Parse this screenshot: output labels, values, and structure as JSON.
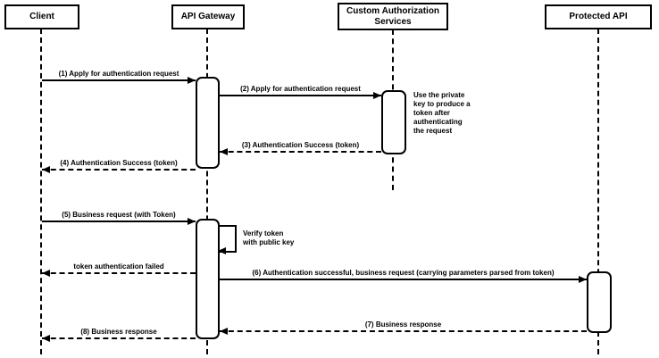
{
  "actors": [
    {
      "name": "Client"
    },
    {
      "name": "API Gateway"
    },
    {
      "name": "Custom Authorization\nServices"
    },
    {
      "name": "Protected API"
    }
  ],
  "messages": [
    {
      "label": "(1) Apply for authentication request",
      "from": "Client",
      "to": "API Gateway",
      "line": "solid"
    },
    {
      "label": "(2) Apply for authentication request",
      "from": "API Gateway",
      "to": "Custom Authorization Services",
      "line": "solid"
    },
    {
      "label": "(3) Authentication Success (token)",
      "from": "Custom Authorization Services",
      "to": "API Gateway",
      "line": "dashed"
    },
    {
      "label": "(4) Authentication Success (token)",
      "from": "API Gateway",
      "to": "Client",
      "line": "dashed"
    },
    {
      "label": "(5) Business request (with Token)",
      "from": "Client",
      "to": "API Gateway",
      "line": "solid"
    },
    {
      "label": "token authentication failed",
      "from": "API Gateway",
      "to": "Client",
      "line": "dashed"
    },
    {
      "label": "(6) Authentication successful, business request (carrying parameters parsed from token)",
      "from": "API Gateway",
      "to": "Protected API",
      "line": "solid"
    },
    {
      "label": "(7) Business response",
      "from": "Protected API",
      "to": "API Gateway",
      "line": "dashed"
    },
    {
      "label": "(8) Business response",
      "from": "API Gateway",
      "to": "Client",
      "line": "dashed"
    }
  ],
  "self_message": {
    "label": "Verify token\nwith public key",
    "actor": "API Gateway"
  },
  "notes": [
    {
      "text": "Use the private\nkey to produce a\ntoken after\nauthenticating\nthe request",
      "attached_to": "Custom Authorization Services"
    }
  ],
  "colors": {
    "stroke": "#000000",
    "fill": "#ffffff",
    "background": "#ffffff"
  }
}
